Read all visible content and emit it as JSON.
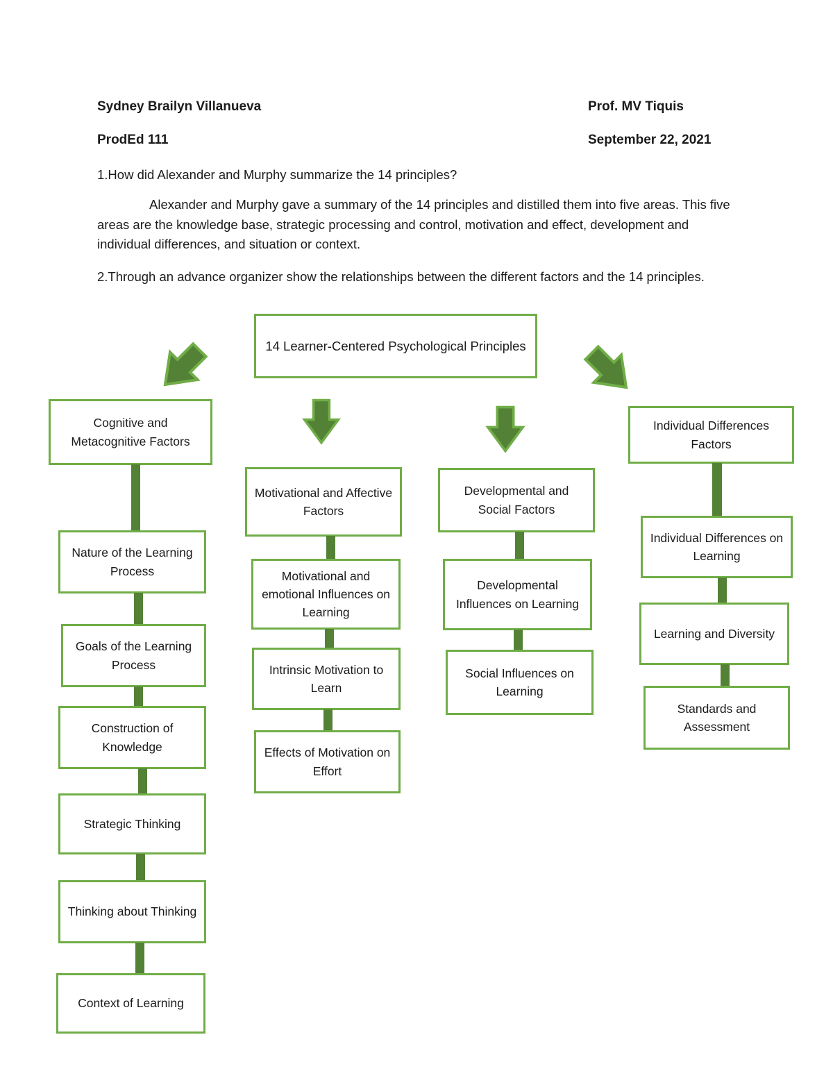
{
  "header": {
    "student_name": "Sydney Brailyn Villanueva",
    "professor": "Prof. MV Tiquis",
    "course": "ProdEd 111",
    "date": "September 22, 2021"
  },
  "questions": {
    "q1": "1.How did Alexander and Murphy summarize the 14 principles?",
    "a1": "Alexander and Murphy gave a summary of the 14 principles and distilled them into five areas. This five areas are the knowledge base, strategic processing and control, motivation and effect, development and individual differences, and situation or context.",
    "q2": "2.Through an advance organizer show the relationships between the different factors and the 14 principles."
  },
  "diagram": {
    "root_label": "14 Learner-Centered Psychological Principles",
    "arrows": [
      "arrow-down-left-icon",
      "arrow-down-icon",
      "arrow-down-icon",
      "arrow-down-right-icon"
    ],
    "col1": [
      "Cognitive and Metacognitive Factors",
      "Nature of the Learning Process",
      "Goals of the Learning Process",
      "Construction of Knowledge",
      "Strategic Thinking",
      "Thinking about Thinking",
      "Context of Learning"
    ],
    "col2": [
      "Motivational and Affective Factors",
      "Motivational and emotional Influences on Learning",
      "Intrinsic Motivation to Learn",
      "Effects of Motivation on Effort"
    ],
    "col3": [
      "Developmental and Social Factors",
      "Developmental Influences on Learning",
      "Social Influences on Learning"
    ],
    "col4": [
      "Individual Differences Factors",
      "Individual Differences on Learning",
      "Learning and Diversity",
      "Standards and Assessment"
    ]
  },
  "colors": {
    "box_border": "#70AD47",
    "connector_fill": "#538135",
    "arrow_fill": "#538135",
    "arrow_outline": "#70AD47"
  }
}
